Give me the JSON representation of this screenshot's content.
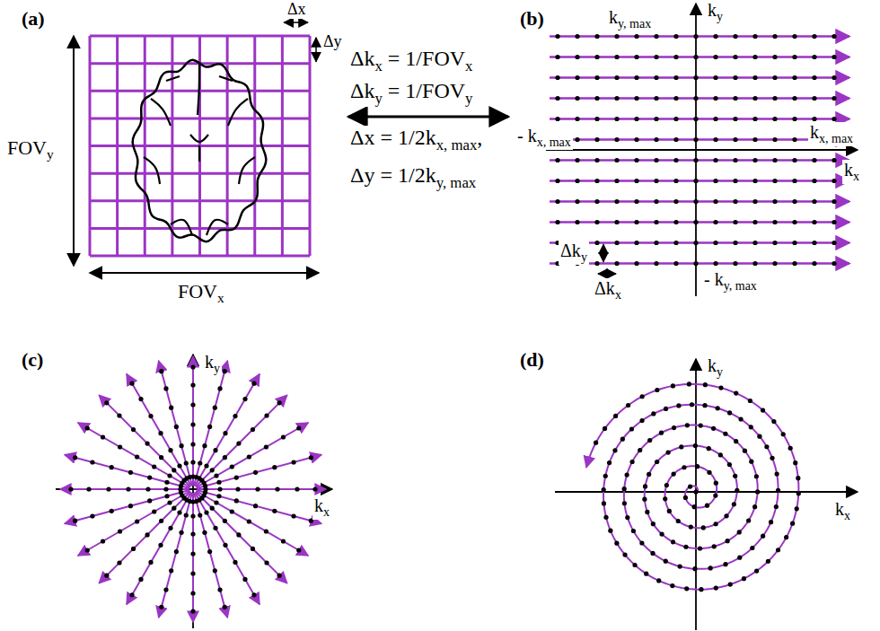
{
  "diagram": {
    "labels": [
      "(a)",
      "Δx",
      "Δy",
      "FOV",
      "y",
      "FOV",
      "x",
      "Δk",
      "x",
      "= 1/FOV",
      "x",
      "Δk",
      "y",
      "= 1/FOV",
      "y",
      "Δx = 1/2k",
      "x, max",
      ",",
      "Δy = 1/2k",
      "y, max",
      "(b)",
      "k",
      "y, max",
      "k",
      "y",
      "k",
      "x, max",
      "- k",
      "x, max",
      "k",
      "x",
      "Δk",
      "y",
      "Δk",
      "x",
      "- k",
      "y, max",
      "(c)",
      "k",
      "y",
      "k",
      "x",
      "(d)",
      "k",
      "y",
      "k",
      "x"
    ]
  }
}
